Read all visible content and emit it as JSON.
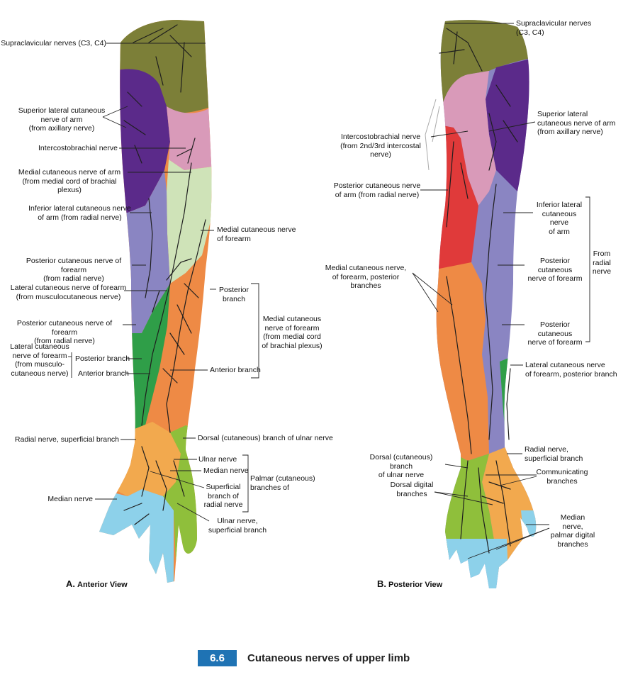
{
  "colors": {
    "supraclavicular": "#7c7f38",
    "superior_lateral": "#5b2a8a",
    "intercostobrachial": "#d99ab9",
    "medial_arm": "#cfe3b8",
    "inferior_lateral": "#8a85c2",
    "posterior_forearm": "#8a85c2",
    "lateral_forearm": "#2f9e48",
    "medial_forearm": "#ee8a45",
    "posterior_arm": "#e03a3a",
    "median": "#8dd1ea",
    "ulnar": "#8fbf3b",
    "radial_superficial": "#f2a94e",
    "caption_box": "#1f73b4"
  },
  "anterior": {
    "view_letter": "A.",
    "view_title": "Anterior View",
    "labels": {
      "supraclavicular": "Supraclavicular nerves (C3, C4)",
      "superior_lateral": "Superior lateral cutaneous\nnerve of arm\n(from axillary nerve)",
      "intercostobrachial": "Intercostobrachial nerve",
      "medial_arm": "Medial cutaneous nerve of arm\n(from medial cord of brachial plexus)",
      "inferior_lateral": "Inferior lateral cutaneous nerve\nof arm (from radial nerve)",
      "medial_forearm_top": "Medial cutaneous nerve\nof forearm",
      "posterior_forearm_1": "Posterior cutaneous nerve of forearm\n(from radial nerve)",
      "lateral_forearm": "Lateral cutaneous nerve of forearm\n(from musculocutaneous nerve)",
      "posterior_branch_right": "Posterior\nbranch",
      "medial_forearm_group": "Medial cutaneous\nnerve of forearm\n(from medial cord\nof brachial plexus)",
      "posterior_forearm_2": "Posterior cutaneous nerve of forearm\n(from radial nerve)",
      "lateral_forearm_musculo": "Lateral cutaneous\nnerve of forearm\n(from musculo-\ncutaneous nerve)",
      "posterior_branch_left": "Posterior branch",
      "anterior_branch_left": "Anterior branch",
      "anterior_branch_right": "Anterior branch",
      "radial_superficial": "Radial nerve, superficial branch",
      "dorsal_ulnar": "Dorsal (cutaneous) branch of ulnar nerve",
      "ulnar": "Ulnar nerve",
      "median_nerve_short": "Median nerve",
      "palmar_group": "Palmar (cutaneous)\nbranches of",
      "superficial_radial": "Superficial\nbranch of\nradial nerve",
      "median_nerve": "Median nerve",
      "ulnar_superficial": "Ulnar nerve,\nsuperficial branch"
    }
  },
  "posterior": {
    "view_letter": "B.",
    "view_title": "Posterior View",
    "labels": {
      "supraclavicular": "Supraclavicular nerves\n(C3, C4)",
      "superior_lateral": "Superior lateral\ncutaneous nerve of arm\n(from axillary nerve)",
      "intercostobrachial": "Intercostobrachial nerve\n(from 2nd/3rd intercostal nerve)",
      "posterior_arm": "Posterior cutaneous nerve\nof arm (from radial nerve)",
      "inferior_lateral": "Inferior lateral\ncutaneous nerve\nof arm",
      "from_radial": "From\nradial\nnerve",
      "medial_forearm_posterior": "Medial cutaneous nerve,\nof forearm, posterior branches",
      "posterior_forearm_1": "Posterior cutaneous\nnerve of forearm",
      "posterior_forearm_2": "Posterior cutaneous\nnerve of forearm",
      "lateral_forearm_posterior": "Lateral cutaneous nerve\nof forearm, posterior branch",
      "radial_superficial": "Radial nerve,\nsuperficial branch",
      "dorsal_ulnar": "Dorsal (cutaneous) branch\nof ulnar nerve",
      "communicating": "Communicating\nbranches",
      "dorsal_digital": "Dorsal digital\nbranches",
      "median_palmar_digital": "Median nerve,\npalmar digital\nbranches"
    }
  },
  "caption": {
    "number": "6.6",
    "title": "Cutaneous nerves of upper limb"
  }
}
